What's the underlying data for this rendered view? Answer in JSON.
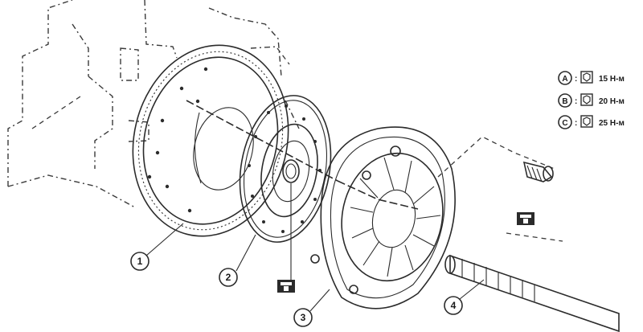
{
  "callouts": {
    "flywheel": "1",
    "clutch_disc": "2",
    "pressure_plate": "3",
    "input_shaft": "4"
  },
  "torque_legend": [
    {
      "letter": "A",
      "sep": ":",
      "value": "15 Н-м"
    },
    {
      "letter": "B",
      "sep": ":",
      "value": "20 Н-м"
    },
    {
      "letter": "C",
      "sep": ":",
      "value": "25 Н-м"
    }
  ],
  "icons": {
    "torque": "torque-wrench-icon",
    "grease": "grease-application-icon"
  }
}
